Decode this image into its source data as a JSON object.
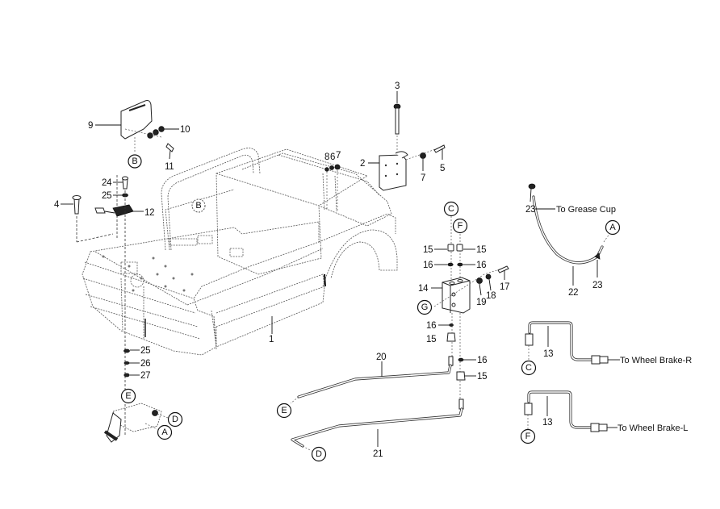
{
  "diagram": {
    "type": "exploded-parts-diagram",
    "callouts": {
      "c1": "1",
      "c2": "2",
      "c3": "3",
      "c4": "4",
      "c5": "5",
      "c6": "6",
      "c7a": "7",
      "c7b": "7",
      "c8": "8",
      "c9": "9",
      "c10": "10",
      "c11": "11",
      "c12": "12",
      "c13a": "13",
      "c13b": "13",
      "c14": "14",
      "c15a": "15",
      "c15b": "15",
      "c15c": "15",
      "c15d": "15",
      "c16a": "16",
      "c16b": "16",
      "c16c": "16",
      "c16d": "16",
      "c17": "17",
      "c18": "18",
      "c19": "19",
      "c20": "20",
      "c21": "21",
      "c22": "22",
      "c23a": "23",
      "c23b": "23",
      "c24": "24",
      "c25a": "25",
      "c25b": "25",
      "c26": "26",
      "c27": "27"
    },
    "references": {
      "A_grease": "A",
      "A_pedal": "A",
      "B_bracket": "B",
      "B_body": "B",
      "C_block": "C",
      "C_brake": "C",
      "D_pedal": "D",
      "D_line": "D",
      "E_pedal": "E",
      "E_line": "E",
      "F_block": "F",
      "F_brake": "F",
      "G_block": "G"
    },
    "annotations": {
      "grease_cup": "To Grease Cup",
      "wheel_brake_r": "To Wheel Brake-R",
      "wheel_brake_l": "To Wheel Brake-L"
    }
  }
}
